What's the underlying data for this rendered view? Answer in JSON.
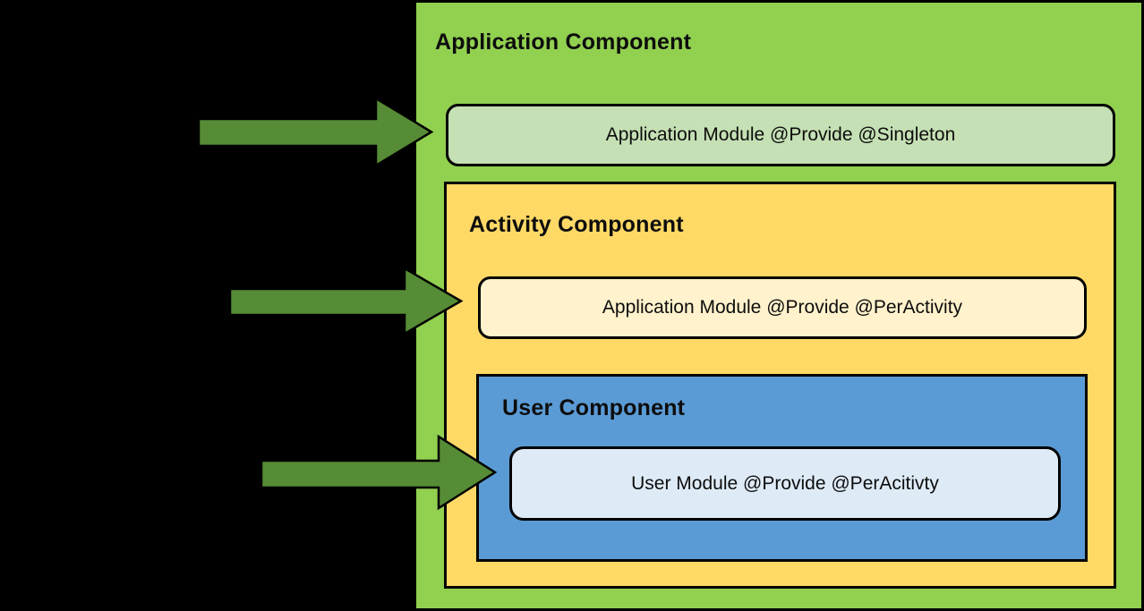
{
  "diagram": {
    "application_component": {
      "title": "Application Component",
      "module_label": "Application Module @Provide @Singleton"
    },
    "activity_component": {
      "title": "Activity Component",
      "module_label": "Application Module @Provide @PerActivity"
    },
    "user_component": {
      "title": "User Component",
      "module_label": "User Module @Provide @PerAcitivty"
    }
  },
  "colors": {
    "background": "#000000",
    "border": "#000000",
    "application_component": "#92d050",
    "application_module": "#c5e0b4",
    "activity_component": "#ffd966",
    "activity_module": "#fff2cc",
    "user_component": "#5b9bd5",
    "user_module": "#deebf7",
    "arrow_fill": "#568c35"
  }
}
